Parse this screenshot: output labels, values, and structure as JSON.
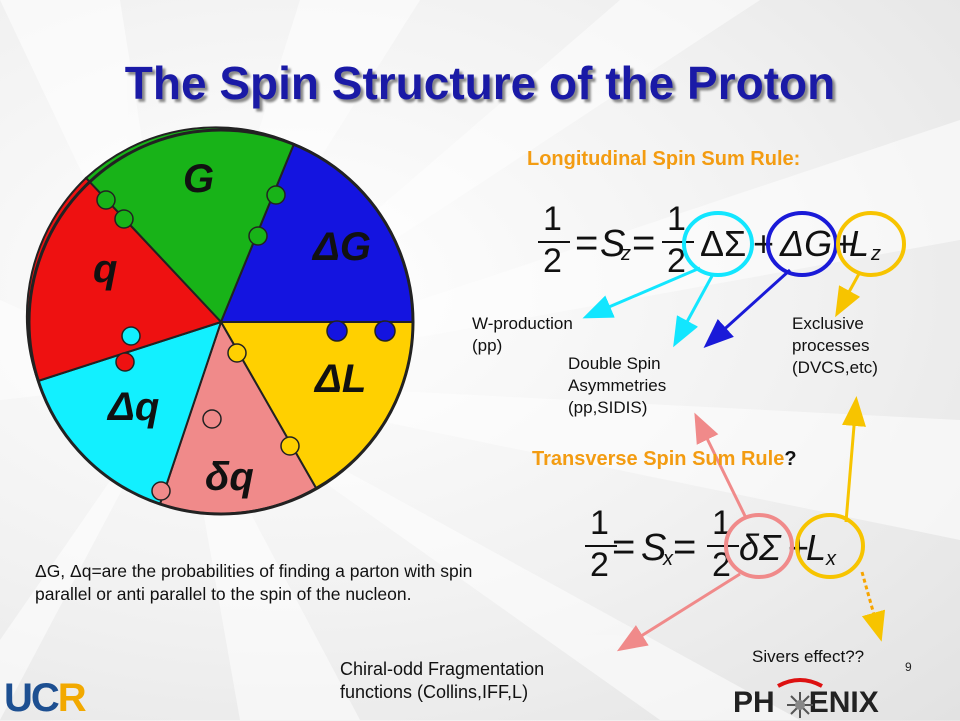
{
  "title": "The Spin Structure of the Proton",
  "pie": {
    "segments": [
      {
        "label": "G",
        "color": "#18b318"
      },
      {
        "label": "ΔG",
        "color": "#1414e0"
      },
      {
        "label": "ΔL",
        "color": "#ffd000"
      },
      {
        "label": "δq",
        "color": "#f08a8a"
      },
      {
        "label": "Δq",
        "color": "#12f0ff"
      },
      {
        "label": "q",
        "color": "#ee1111"
      }
    ]
  },
  "longitudinal": {
    "heading": "Longitudinal Spin Sum Rule:",
    "one": "1",
    "two": "2",
    "equals": "=",
    "S": "S",
    "sub": "z",
    "plus": "+",
    "terms": [
      "ΔΣ",
      "ΔG",
      "L"
    ],
    "term_sub": "z"
  },
  "transverse": {
    "heading": "Transverse Spin Sum Rule",
    "question_mark": "?",
    "one": "1",
    "two": "2",
    "equals": "=",
    "S": "S",
    "sub": "x",
    "plus": "+",
    "terms": [
      "δΣ",
      "L"
    ],
    "term_sub": "x"
  },
  "annotations": {
    "w_production": "W-production\n(pp)",
    "double_spin": "Double Spin\nAsymmetries\n(pp,SIDIS)",
    "exclusive": "Exclusive\nprocesses\n(DVCS,etc)",
    "sivers": "Sivers effect??",
    "chiral_odd": "Chiral-odd Fragmentation\nfunctions (Collins,IFF,L)"
  },
  "caption": "ΔG, Δq=are the probabilities of finding a parton with spin parallel or anti parallel to the spin of the nucleon.",
  "page_number": "9",
  "logos": {
    "ucr_blue": "UC",
    "ucr_gold": "R",
    "phenix_left": "PH",
    "phenix_right": "ENIX"
  },
  "colors": {
    "title": "#1a1aa6",
    "heading": "#f39c12",
    "cyan": "#12e6ff",
    "blue": "#1a1ad8",
    "gold": "#f7c400",
    "pink": "#f08a8a"
  }
}
